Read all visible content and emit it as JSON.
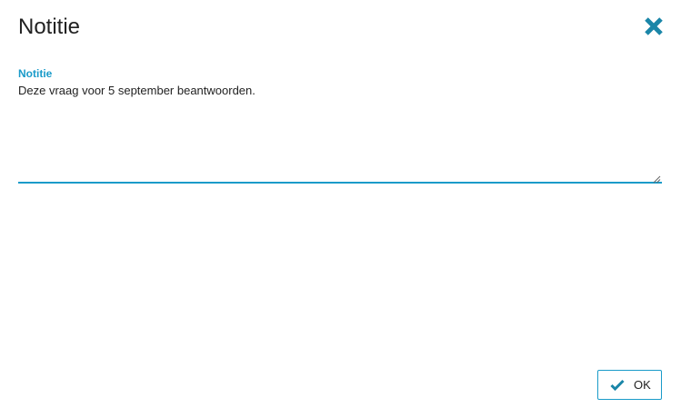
{
  "dialog": {
    "title": "Notitie",
    "close_icon": "close-x-icon",
    "accent_color": "#1a9bc9",
    "close_color": "#1a86a8"
  },
  "note_field": {
    "label": "Notitie",
    "value": "Deze vraag voor 5 september beantwoorden."
  },
  "footer": {
    "ok_label": "OK",
    "ok_icon": "check-icon"
  }
}
